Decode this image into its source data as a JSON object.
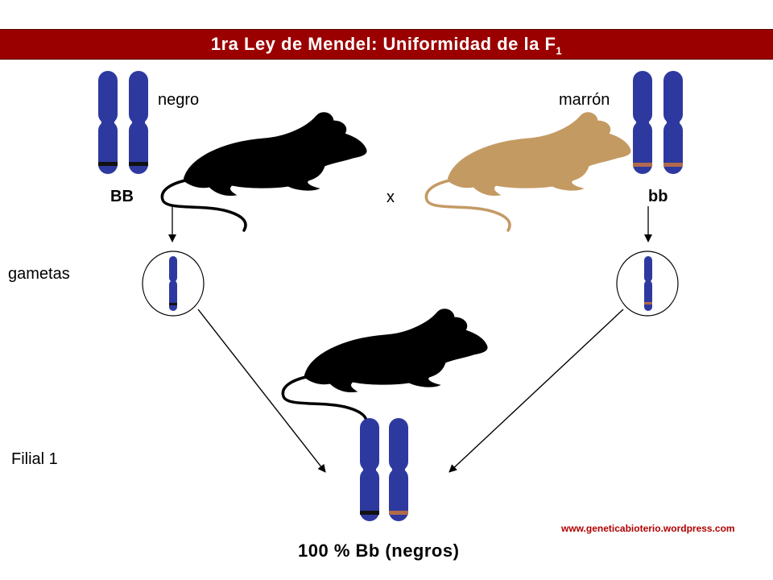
{
  "title": {
    "main": "1ra Ley de Mendel: Uniformidad de la F",
    "subscript": "1"
  },
  "parents": {
    "left": {
      "phenotype": "negro",
      "genotype": "BB",
      "fur_color": "#000000",
      "band_color": "#111111"
    },
    "right": {
      "phenotype": "marrón",
      "genotype": "bb",
      "fur_color": "#c49a63",
      "band_color": "#b06a4c"
    },
    "cross_symbol": "x"
  },
  "labels": {
    "gametes": "gametas",
    "filial": "Filial 1"
  },
  "offspring": {
    "result": "100 % Bb (negros)",
    "fur_color": "#000000"
  },
  "watermark": "www.geneticabioterio.wordpress.com",
  "colors": {
    "chromosome": "#2e39a0",
    "title_bar": "#9b0000",
    "title_text": "#ffffff"
  }
}
